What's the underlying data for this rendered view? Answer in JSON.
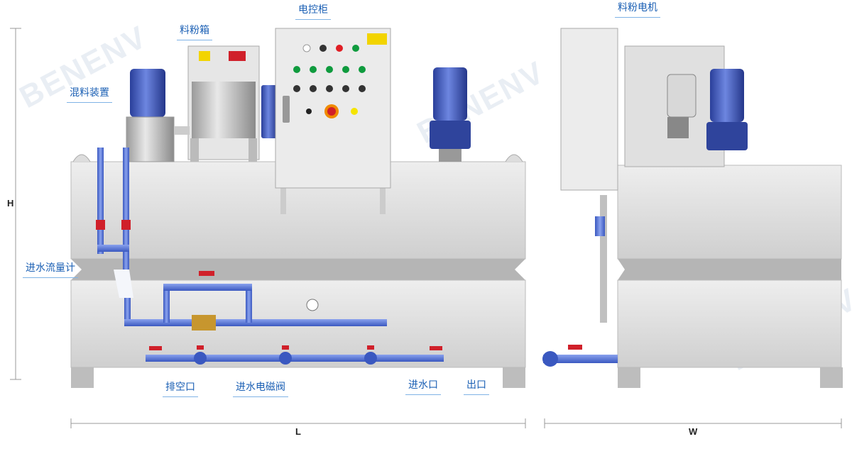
{
  "title": "Polymer preparation unit diagram",
  "labels": {
    "control_cabinet": "电控柜",
    "powder_hopper": "料粉箱",
    "mixing_device": "混料装置",
    "powder_motor": "料粉电机",
    "inlet_flowmeter": "进水流量计",
    "drain_port": "排空口",
    "inlet_solenoid_valve": "进水电磁阀",
    "water_inlet": "进水口",
    "outlet": "出口"
  },
  "dimensions": {
    "height": "H",
    "length": "L",
    "width": "W"
  },
  "watermark": "BENENV",
  "colors": {
    "label": "#1a5fb4",
    "pipe": "#4a6fd0",
    "tank": "#d8d8d8",
    "motor": "#3b55b8",
    "valve_handle": "#d0202a"
  }
}
